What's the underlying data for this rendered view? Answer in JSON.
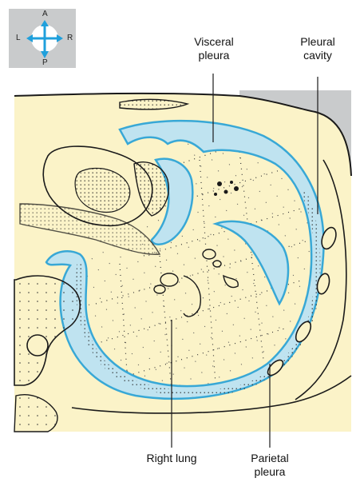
{
  "orientation": {
    "anterior": "A",
    "posterior": "P",
    "left": "L",
    "right": "R"
  },
  "labels": {
    "visceral_pleura": [
      "Visceral",
      "pleura"
    ],
    "pleural_cavity": [
      "Pleural",
      "cavity"
    ],
    "right_lung": "Right lung",
    "parietal_pleura": [
      "Parietal",
      "pleura"
    ]
  },
  "colors": {
    "tissue": "#fbf3c8",
    "pleura": "#bfe3f0",
    "pleura_line": "#38a8d6",
    "outline": "#1a1a1a",
    "background_grey": "#c9cbcc",
    "arrow": "#1fa0dc"
  }
}
